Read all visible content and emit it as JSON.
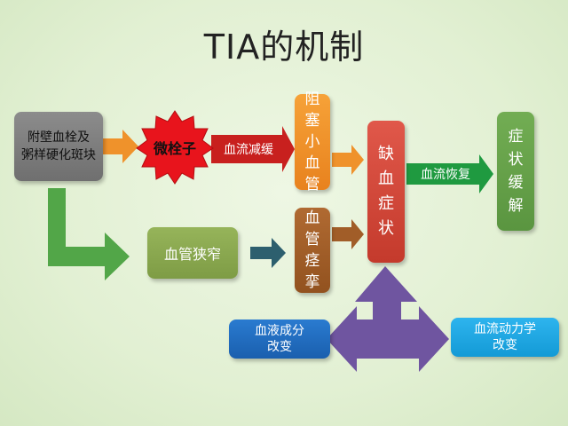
{
  "title": "TIA的机制",
  "nodes": {
    "plaque": {
      "line1": "附壁血栓及",
      "line2": "粥样硬化斑块"
    },
    "microembolus": "微栓子",
    "flow_slow": "血流减缓",
    "block_small": [
      "阻",
      "塞",
      "小",
      "血",
      "管"
    ],
    "stenosis": "血管狭窄",
    "spasm": [
      "血",
      "管",
      "痉",
      "挛"
    ],
    "ischemia": [
      "缺",
      "血",
      "症",
      "状"
    ],
    "flow_recover": "血流恢复",
    "relief": [
      "症",
      "状",
      "缓",
      "解"
    ],
    "blood_comp": {
      "line1": "血液成分",
      "line2": "改变"
    },
    "hemodynamics": {
      "line1": "血流动力学",
      "line2": "改变"
    }
  },
  "colors": {
    "gray": "#7e7e7e",
    "red_star": "#e8141c",
    "orange": "#ef922b",
    "brown": "#a15d28",
    "red": "#d24a3c",
    "green": "#66a24a",
    "olive": "#8aa84f",
    "blue": "#206dc0",
    "sky": "#22a7e2",
    "purple": "#6f55a0"
  }
}
